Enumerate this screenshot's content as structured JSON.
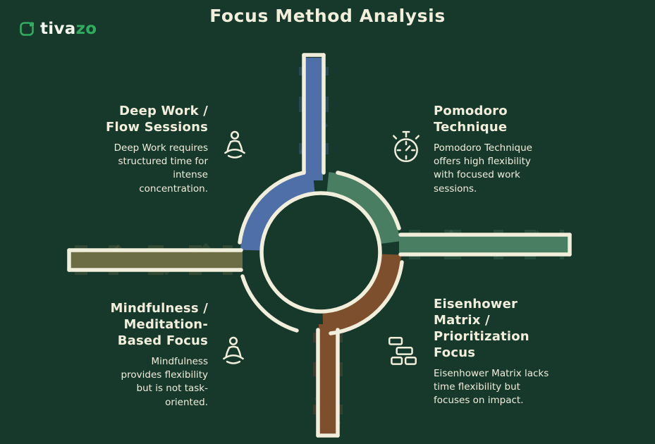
{
  "page": {
    "title": "Focus Method Analysis"
  },
  "logo": {
    "text_primary": "tiva",
    "text_accent": "zo"
  },
  "colors": {
    "background": "#17392b",
    "cream": "#f2eedc",
    "accent_green": "#2fae5f",
    "road_blue": "#4f6fa8",
    "road_green": "#4a7e63",
    "road_olive": "#6d6d45",
    "road_brown": "#7d4f2c"
  },
  "diagram": {
    "type": "roundabout-cross",
    "quadrants": [
      {
        "id": "deep-work",
        "position": "top-left",
        "road": "top",
        "road_color": "#4f6fa8",
        "icon": "meditating-person-icon",
        "heading": "Deep Work /\nFlow Sessions",
        "body": "Deep Work requires\nstructured time for\nintense\nconcentration."
      },
      {
        "id": "pomodoro",
        "position": "top-right",
        "road": "right",
        "road_color": "#4a7e63",
        "icon": "stopwatch-icon",
        "heading": "Pomodoro\nTechnique",
        "body": "Pomodoro Technique\noffers high flexibility\nwith focused work\nsessions."
      },
      {
        "id": "mindfulness",
        "position": "bottom-left",
        "road": "left",
        "road_color": "#6d6d45",
        "icon": "meditating-person-icon",
        "heading": "Mindfulness /\nMeditation-\nBased Focus",
        "body": "Mindfulness\nprovides flexibility\nbut is not task-\noriented."
      },
      {
        "id": "eisenhower",
        "position": "bottom-right",
        "road": "bottom",
        "road_color": "#7d4f2c",
        "icon": "priority-matrix-icon",
        "heading": "Eisenhower\nMatrix /\nPrioritization\nFocus",
        "body": "Eisenhower Matrix lacks\ntime flexibility but\nfocuses on impact."
      }
    ]
  }
}
